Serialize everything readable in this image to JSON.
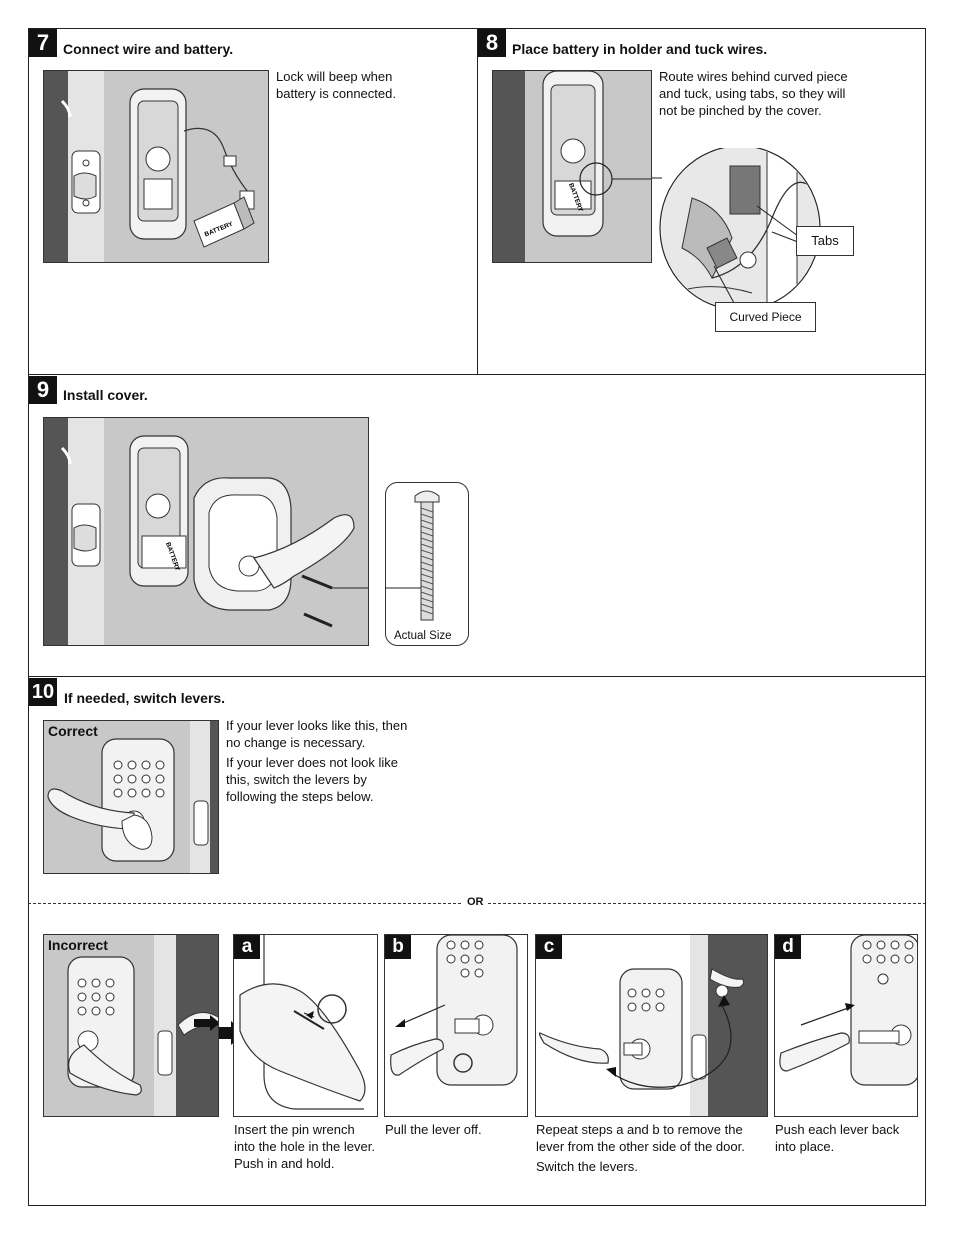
{
  "steps": {
    "s7": {
      "number": "7",
      "title": "Connect wire and battery.",
      "note": "Lock will beep when battery is connected.",
      "battery_label": "BATTERY"
    },
    "s8": {
      "number": "8",
      "title": "Place battery in holder and tuck wires.",
      "note": "Route wires behind curved piece and tuck, using tabs, so they will not be pinched by the cover.",
      "battery_label": "BATTERY",
      "callout_tabs": "Tabs",
      "callout_curved": "Curved Piece"
    },
    "s9": {
      "number": "9",
      "title": "Install cover.",
      "battery_label": "BATTERY",
      "screw_label": "Actual Size"
    },
    "s10": {
      "number": "10",
      "title": "If needed, switch levers.",
      "correct_label": "Correct",
      "note1": "If your lever looks like this, then no change is necessary.",
      "note2": "If your lever does not look like this, switch the levers by following the steps below.",
      "or_label": "OR",
      "incorrect_label": "Incorrect",
      "substeps": [
        {
          "letter": "a",
          "text": "Insert the pin wrench into the hole in the lever. Push in and hold."
        },
        {
          "letter": "b",
          "text": "Pull the lever off."
        },
        {
          "letter": "c",
          "text": "Repeat steps a and b to remove the lever from the other side of the door.",
          "text2": "Switch the levers."
        },
        {
          "letter": "d",
          "text": "Push each lever back into place."
        }
      ]
    }
  }
}
